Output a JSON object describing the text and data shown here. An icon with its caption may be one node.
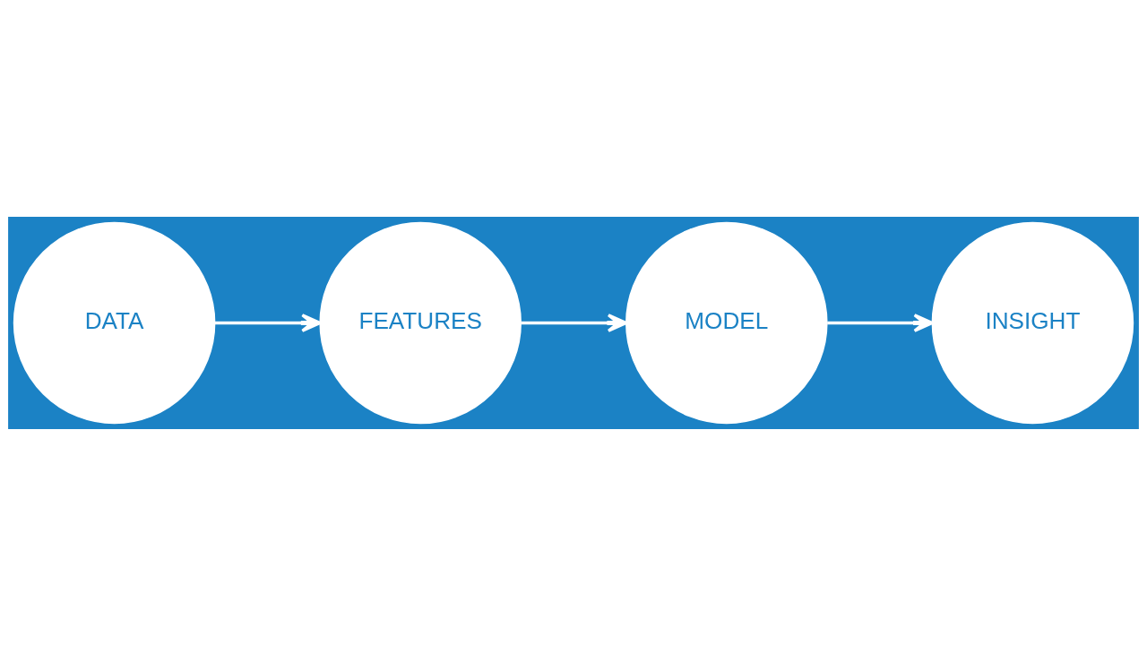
{
  "diagram": {
    "nodes": [
      {
        "text": [
          "DATA"
        ]
      },
      {
        "text": [
          "FEATURES"
        ]
      },
      {
        "text": [
          "MODEL"
        ]
      },
      {
        "text": [
          "INSIGHT"
        ]
      }
    ],
    "edges": [
      {
        "from": 0,
        "to": 1,
        "arrow": "to"
      },
      {
        "from": 1,
        "to": 2,
        "arrow": "to"
      },
      {
        "from": 2,
        "to": 3,
        "arrow": "to"
      }
    ]
  }
}
